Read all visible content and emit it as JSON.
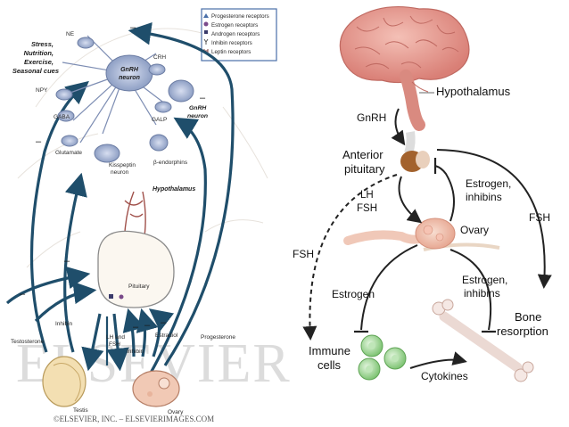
{
  "left": {
    "legend": [
      {
        "icon": "triangle-icon",
        "label": "Progesterone receptors"
      },
      {
        "icon": "dot-icon",
        "label": "Estrogen receptors"
      },
      {
        "icon": "square-icon",
        "label": "Androgen receptors"
      },
      {
        "icon": "y-icon",
        "label": "Inhibin receptors"
      },
      {
        "icon": "fork-icon",
        "label": "Leptin receptors"
      }
    ],
    "stress_lines": [
      "Stress,",
      "Nutrition,",
      "Exercise,",
      "Seasonal cues"
    ],
    "labels": {
      "ne": "NE",
      "npy": "NPY",
      "gaba": "GABA",
      "glutamate": "Glutamate",
      "gnrh_center_1": "GnRH",
      "gnrh_center_2": "neuron",
      "gnrh_right_1": "GnRH",
      "gnrh_right_2": "neuron",
      "crh": "CRH",
      "galp": "GALP",
      "kisspeptin_1": "Kisspeptin",
      "kisspeptin_2": "neuron",
      "endorphins": "β-endorphins",
      "hypothalamus": "Hypothalamus",
      "pituitary": "Pituitary",
      "inhibin_left": "Inhibin",
      "testosterone": "Testosterone",
      "lh_fsh_1": "LH and",
      "lh_fsh_2": "FSH",
      "inhibin_right": "Inhibin",
      "estradiol": "Estradiol",
      "progesterone": "Progesterone",
      "testis": "Testis",
      "ovary": "Ovary",
      "watermark": "ELSEVIER",
      "copyright": "©ELSEVIER, INC. – ELSEVIERIMAGES.COM"
    }
  },
  "right": {
    "hypothalamus": "Hypothalamus",
    "gnrh": "GnRH",
    "anterior_1": "Anterior",
    "anterior_2": "pituitary",
    "lh": "LH",
    "fsh_mid": "FSH",
    "ovary": "Ovary",
    "estrogen_inhibins_top_1": "Estrogen,",
    "estrogen_inhibins_top_2": "inhibins",
    "fsh_left": "FSH",
    "fsh_right": "FSH",
    "estrogen": "Estrogen",
    "estrogen_inhibins_bottom_1": "Estrogen,",
    "estrogen_inhibins_bottom_2": "inhibins",
    "bone_1": "Bone",
    "bone_2": "resorption",
    "immune_1": "Immune",
    "immune_2": "cells",
    "cytokines": "Cytokines"
  },
  "colors": {
    "dark_arrow": "#1f4e6b",
    "neuron_fill": "#b9c6de",
    "legend_border": "#4a6fa8",
    "brain_fill": "#e8a29a",
    "pituitary_brown": "#9a5a2a",
    "ovary_fill": "#f2c9b8",
    "immune_fill": "#a9dba0",
    "bone_fill": "#f3e6e2"
  }
}
